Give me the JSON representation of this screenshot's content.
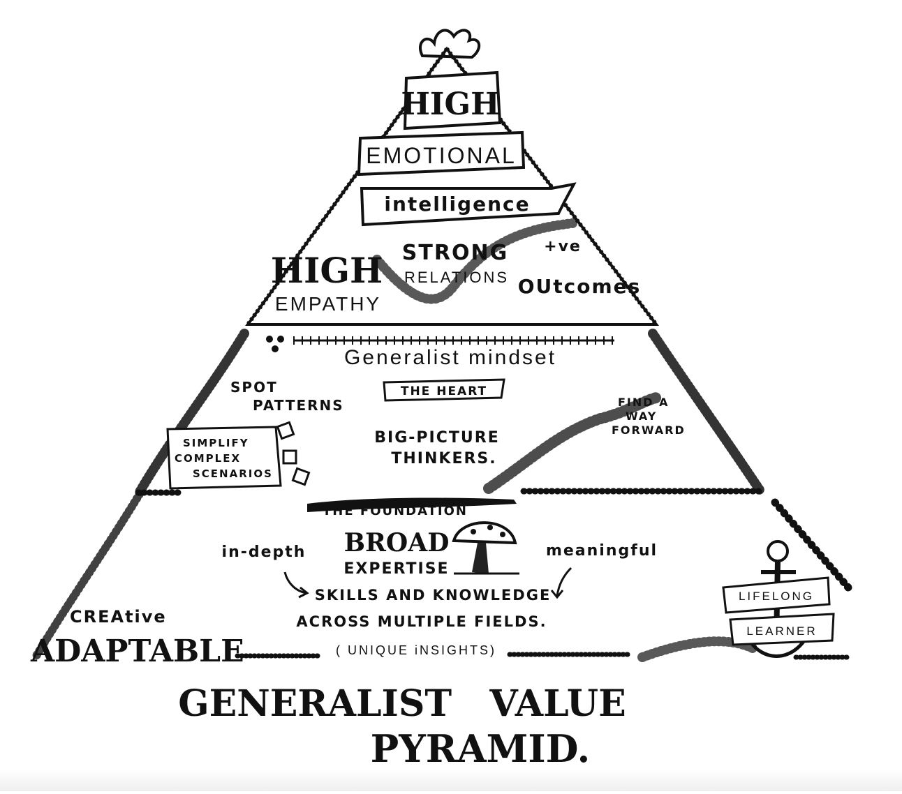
{
  "top": {
    "line1": "HIGH",
    "line2": "EMOTIONAL",
    "line3": "intelligence",
    "empathy_big": "HIGH",
    "empathy_small": "EMPATHY",
    "relations_big": "STRONG",
    "relations_small": "RELATIONS",
    "outcomes_top": "+ve",
    "outcomes": "OUtcomes"
  },
  "middle": {
    "title": "Generalist mindset",
    "heart": "THE HEART",
    "spot1": "SPOT",
    "spot2": "PATTERNS",
    "find1": "FIND A",
    "find2": "WAY",
    "find3": "FORWARD",
    "simplify1": "SIMPLIFY",
    "simplify2": "COMPLEX",
    "simplify3": "SCENARIOS",
    "big1": "BIG-PICTURE",
    "big2": "THINKERS."
  },
  "base": {
    "foundation": "THE FOUNDATION",
    "broad": "BROAD",
    "expertise": "EXPERTISE",
    "indepth": "in-depth",
    "meaningful": "meaningful",
    "skills1": "SKILLS AND KNOWLEDGE",
    "skills2": "ACROSS MULTIPLE FIELDS.",
    "unique": "( UNIQUE iNSIGHTS)",
    "creative": "CREAtive",
    "adaptable": "ADAPTABLE",
    "lifelong": "LIFELONG",
    "learner": "LEARNER"
  },
  "footer": {
    "line1": "GENERALIST   VALUE",
    "line2": "PYRAMID."
  }
}
